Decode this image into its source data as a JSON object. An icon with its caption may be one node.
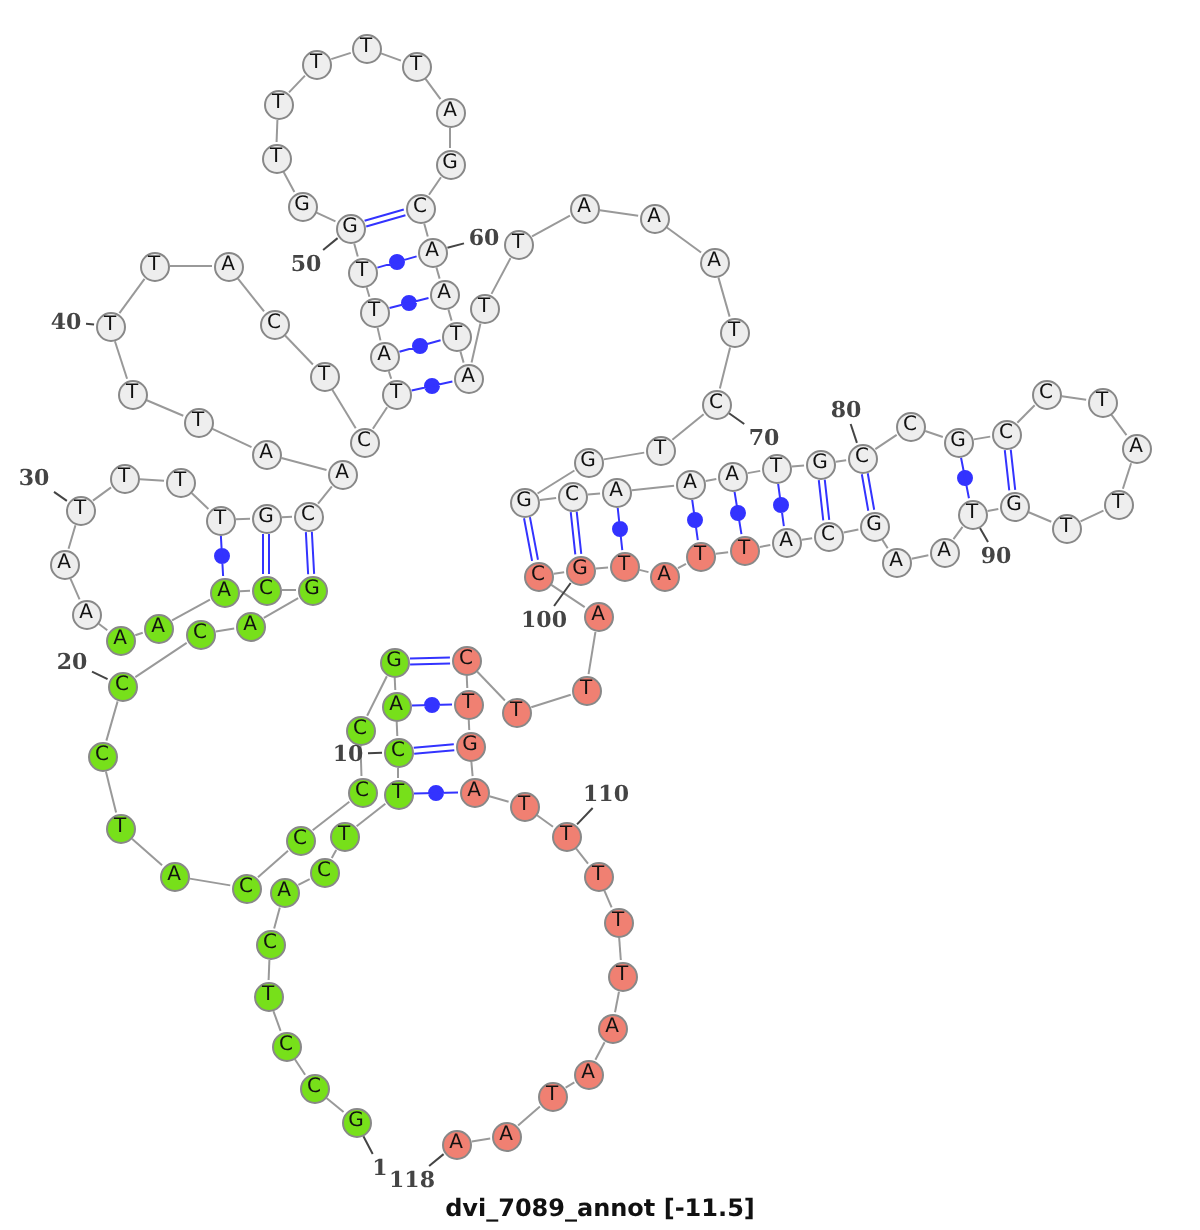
{
  "diagram": {
    "caption": "dvi_7089_annot [-11.5]",
    "nodes": [
      {
        "text": [
          "G"
        ]
      },
      {
        "text": [
          "C"
        ]
      },
      {
        "text": [
          "C"
        ]
      },
      {
        "text": [
          "T"
        ]
      },
      {
        "text": [
          "C"
        ]
      },
      {
        "text": [
          "A"
        ]
      },
      {
        "text": [
          "C"
        ]
      },
      {
        "text": [
          "T"
        ]
      },
      {
        "text": [
          "T"
        ]
      },
      {
        "text": [
          "C"
        ]
      },
      {
        "text": [
          "A"
        ]
      },
      {
        "text": [
          "G"
        ]
      },
      {
        "text": [
          "C"
        ]
      },
      {
        "text": [
          "C"
        ]
      },
      {
        "text": [
          "C"
        ]
      },
      {
        "text": [
          "C"
        ]
      },
      {
        "text": [
          "A"
        ]
      },
      {
        "text": [
          "T"
        ]
      },
      {
        "text": [
          "C"
        ]
      },
      {
        "text": [
          "C"
        ]
      },
      {
        "text": [
          "C"
        ]
      },
      {
        "text": [
          "A"
        ]
      },
      {
        "text": [
          "G"
        ]
      },
      {
        "text": [
          "C"
        ]
      },
      {
        "text": [
          "A"
        ]
      },
      {
        "text": [
          "A"
        ]
      },
      {
        "text": [
          "A"
        ]
      },
      {
        "text": [
          "A"
        ]
      },
      {
        "text": [
          "A"
        ]
      },
      {
        "text": [
          "T"
        ]
      },
      {
        "text": [
          "T"
        ]
      },
      {
        "text": [
          "T"
        ]
      },
      {
        "text": [
          "T"
        ]
      },
      {
        "text": [
          "G"
        ]
      },
      {
        "text": [
          "C"
        ]
      },
      {
        "text": [
          "A"
        ]
      },
      {
        "text": [
          "A"
        ]
      },
      {
        "text": [
          "T"
        ]
      },
      {
        "text": [
          "T"
        ]
      },
      {
        "text": [
          "T"
        ]
      },
      {
        "text": [
          "T"
        ]
      },
      {
        "text": [
          "A"
        ]
      },
      {
        "text": [
          "C"
        ]
      },
      {
        "text": [
          "T"
        ]
      },
      {
        "text": [
          "C"
        ]
      },
      {
        "text": [
          "T"
        ]
      },
      {
        "text": [
          "A"
        ]
      },
      {
        "text": [
          "T"
        ]
      },
      {
        "text": [
          "T"
        ]
      },
      {
        "text": [
          "G"
        ]
      },
      {
        "text": [
          "G"
        ]
      },
      {
        "text": [
          "T"
        ]
      },
      {
        "text": [
          "T"
        ]
      },
      {
        "text": [
          "T"
        ]
      },
      {
        "text": [
          "T"
        ]
      },
      {
        "text": [
          "T"
        ]
      },
      {
        "text": [
          "A"
        ]
      },
      {
        "text": [
          "G"
        ]
      },
      {
        "text": [
          "C"
        ]
      },
      {
        "text": [
          "A"
        ]
      },
      {
        "text": [
          "A"
        ]
      },
      {
        "text": [
          "T"
        ]
      },
      {
        "text": [
          "A"
        ]
      },
      {
        "text": [
          "T"
        ]
      },
      {
        "text": [
          "T"
        ]
      },
      {
        "text": [
          "A"
        ]
      },
      {
        "text": [
          "A"
        ]
      },
      {
        "text": [
          "A"
        ]
      },
      {
        "text": [
          "T"
        ]
      },
      {
        "text": [
          "C"
        ]
      },
      {
        "text": [
          "T"
        ]
      },
      {
        "text": [
          "G"
        ]
      },
      {
        "text": [
          "G"
        ]
      },
      {
        "text": [
          "C"
        ]
      },
      {
        "text": [
          "A"
        ]
      },
      {
        "text": [
          "A"
        ]
      },
      {
        "text": [
          "A"
        ]
      },
      {
        "text": [
          "T"
        ]
      },
      {
        "text": [
          "G"
        ]
      },
      {
        "text": [
          "C"
        ]
      },
      {
        "text": [
          "C"
        ]
      },
      {
        "text": [
          "G"
        ]
      },
      {
        "text": [
          "C"
        ]
      },
      {
        "text": [
          "C"
        ]
      },
      {
        "text": [
          "T"
        ]
      },
      {
        "text": [
          "A"
        ]
      },
      {
        "text": [
          "T"
        ]
      },
      {
        "text": [
          "T"
        ]
      },
      {
        "text": [
          "G"
        ]
      },
      {
        "text": [
          "T"
        ]
      },
      {
        "text": [
          "A"
        ]
      },
      {
        "text": [
          "A"
        ]
      },
      {
        "text": [
          "G"
        ]
      },
      {
        "text": [
          "C"
        ]
      },
      {
        "text": [
          "A"
        ]
      },
      {
        "text": [
          "T"
        ]
      },
      {
        "text": [
          "T"
        ]
      },
      {
        "text": [
          "A"
        ]
      },
      {
        "text": [
          "T"
        ]
      },
      {
        "text": [
          "G"
        ]
      },
      {
        "text": [
          "C"
        ]
      },
      {
        "text": [
          "A"
        ]
      },
      {
        "text": [
          "T"
        ]
      },
      {
        "text": [
          "T"
        ]
      },
      {
        "text": [
          "C"
        ]
      },
      {
        "text": [
          "T"
        ]
      },
      {
        "text": [
          "G"
        ]
      },
      {
        "text": [
          "A"
        ]
      },
      {
        "text": [
          "T"
        ]
      },
      {
        "text": [
          "T"
        ]
      },
      {
        "text": [
          "T"
        ]
      },
      {
        "text": [
          "T"
        ]
      },
      {
        "text": [
          "T"
        ]
      },
      {
        "text": [
          "A"
        ]
      },
      {
        "text": [
          "A"
        ]
      },
      {
        "text": [
          "T"
        ]
      },
      {
        "text": [
          "A"
        ]
      },
      {
        "text": [
          "A"
        ]
      },
      {
        "text": [
          "1"
        ]
      },
      {
        "text": [
          "10"
        ]
      },
      {
        "text": [
          "20"
        ]
      },
      {
        "text": [
          "30"
        ]
      },
      {
        "text": [
          "40"
        ]
      },
      {
        "text": [
          "50"
        ]
      },
      {
        "text": [
          "60"
        ]
      },
      {
        "text": [
          "70"
        ]
      },
      {
        "text": [
          "80"
        ]
      },
      {
        "text": [
          "90"
        ]
      },
      {
        "text": [
          "100"
        ]
      },
      {
        "text": [
          "110"
        ]
      },
      {
        "text": [
          "118"
        ]
      }
    ],
    "edges": [
      {
        "from": 0,
        "to": 1,
        "arrow": "none"
      },
      {
        "from": 1,
        "to": 2,
        "arrow": "none"
      },
      {
        "from": 2,
        "to": 3,
        "arrow": "none"
      },
      {
        "from": 3,
        "to": 4,
        "arrow": "none"
      },
      {
        "from": 4,
        "to": 5,
        "arrow": "none"
      },
      {
        "from": 5,
        "to": 6,
        "arrow": "none"
      },
      {
        "from": 6,
        "to": 7,
        "arrow": "none"
      },
      {
        "from": 7,
        "to": 8,
        "arrow": "none"
      },
      {
        "from": 8,
        "to": 9,
        "arrow": "none"
      },
      {
        "from": 9,
        "to": 10,
        "arrow": "none"
      },
      {
        "from": 10,
        "to": 11,
        "arrow": "none"
      },
      {
        "from": 11,
        "to": 12,
        "arrow": "none"
      },
      {
        "from": 12,
        "to": 13,
        "arrow": "none"
      },
      {
        "from": 13,
        "to": 14,
        "arrow": "none"
      },
      {
        "from": 14,
        "to": 15,
        "arrow": "none"
      },
      {
        "from": 15,
        "to": 16,
        "arrow": "none"
      },
      {
        "from": 16,
        "to": 17,
        "arrow": "none"
      },
      {
        "from": 17,
        "to": 18,
        "arrow": "none"
      },
      {
        "from": 18,
        "to": 19,
        "arrow": "none"
      },
      {
        "from": 19,
        "to": 20,
        "arrow": "none"
      },
      {
        "from": 20,
        "to": 21,
        "arrow": "none"
      },
      {
        "from": 21,
        "to": 22,
        "arrow": "none"
      },
      {
        "from": 22,
        "to": 23,
        "arrow": "none"
      },
      {
        "from": 23,
        "to": 24,
        "arrow": "none"
      },
      {
        "from": 24,
        "to": 25,
        "arrow": "none"
      },
      {
        "from": 25,
        "to": 26,
        "arrow": "none"
      },
      {
        "from": 26,
        "to": 27,
        "arrow": "none"
      },
      {
        "from": 27,
        "to": 28,
        "arrow": "none"
      },
      {
        "from": 28,
        "to": 29,
        "arrow": "none"
      },
      {
        "from": 29,
        "to": 30,
        "arrow": "none"
      },
      {
        "from": 30,
        "to": 31,
        "arrow": "none"
      },
      {
        "from": 31,
        "to": 32,
        "arrow": "none"
      },
      {
        "from": 32,
        "to": 33,
        "arrow": "none"
      },
      {
        "from": 33,
        "to": 34,
        "arrow": "none"
      },
      {
        "from": 34,
        "to": 35,
        "arrow": "none"
      },
      {
        "from": 35,
        "to": 36,
        "arrow": "none"
      },
      {
        "from": 36,
        "to": 37,
        "arrow": "none"
      },
      {
        "from": 37,
        "to": 38,
        "arrow": "none"
      },
      {
        "from": 38,
        "to": 39,
        "arrow": "none"
      },
      {
        "from": 39,
        "to": 40,
        "arrow": "none"
      },
      {
        "from": 40,
        "to": 41,
        "arrow": "none"
      },
      {
        "from": 41,
        "to": 42,
        "arrow": "none"
      },
      {
        "from": 42,
        "to": 43,
        "arrow": "none"
      },
      {
        "from": 43,
        "to": 44,
        "arrow": "none"
      },
      {
        "from": 44,
        "to": 45,
        "arrow": "none"
      },
      {
        "from": 45,
        "to": 46,
        "arrow": "none"
      },
      {
        "from": 46,
        "to": 47,
        "arrow": "none"
      },
      {
        "from": 47,
        "to": 48,
        "arrow": "none"
      },
      {
        "from": 48,
        "to": 49,
        "arrow": "none"
      },
      {
        "from": 49,
        "to": 50,
        "arrow": "none"
      },
      {
        "from": 50,
        "to": 51,
        "arrow": "none"
      },
      {
        "from": 51,
        "to": 52,
        "arrow": "none"
      },
      {
        "from": 52,
        "to": 53,
        "arrow": "none"
      },
      {
        "from": 53,
        "to": 54,
        "arrow": "none"
      },
      {
        "from": 54,
        "to": 55,
        "arrow": "none"
      },
      {
        "from": 55,
        "to": 56,
        "arrow": "none"
      },
      {
        "from": 56,
        "to": 57,
        "arrow": "none"
      },
      {
        "from": 57,
        "to": 58,
        "arrow": "none"
      },
      {
        "from": 58,
        "to": 59,
        "arrow": "none"
      },
      {
        "from": 59,
        "to": 60,
        "arrow": "none"
      },
      {
        "from": 60,
        "to": 61,
        "arrow": "none"
      },
      {
        "from": 61,
        "to": 62,
        "arrow": "none"
      },
      {
        "from": 62,
        "to": 63,
        "arrow": "none"
      },
      {
        "from": 63,
        "to": 64,
        "arrow": "none"
      },
      {
        "from": 64,
        "to": 65,
        "arrow": "none"
      },
      {
        "from": 65,
        "to": 66,
        "arrow": "none"
      },
      {
        "from": 66,
        "to": 67,
        "arrow": "none"
      },
      {
        "from": 67,
        "to": 68,
        "arrow": "none"
      },
      {
        "from": 68,
        "to": 69,
        "arrow": "none"
      },
      {
        "from": 69,
        "to": 70,
        "arrow": "none"
      },
      {
        "from": 70,
        "to": 71,
        "arrow": "none"
      },
      {
        "from": 71,
        "to": 72,
        "arrow": "none"
      },
      {
        "from": 72,
        "to": 73,
        "arrow": "none"
      },
      {
        "from": 73,
        "to": 74,
        "arrow": "none"
      },
      {
        "from": 74,
        "to": 75,
        "arrow": "none"
      },
      {
        "from": 75,
        "to": 76,
        "arrow": "none"
      },
      {
        "from": 76,
        "to": 77,
        "arrow": "none"
      },
      {
        "from": 77,
        "to": 78,
        "arrow": "none"
      },
      {
        "from": 78,
        "to": 79,
        "arrow": "none"
      },
      {
        "from": 79,
        "to": 80,
        "arrow": "none"
      },
      {
        "from": 80,
        "to": 81,
        "arrow": "none"
      },
      {
        "from": 81,
        "to": 82,
        "arrow": "none"
      },
      {
        "from": 82,
        "to": 83,
        "arrow": "none"
      },
      {
        "from": 83,
        "to": 84,
        "arrow": "none"
      },
      {
        "from": 84,
        "to": 85,
        "arrow": "none"
      },
      {
        "from": 85,
        "to": 86,
        "arrow": "none"
      },
      {
        "from": 86,
        "to": 87,
        "arrow": "none"
      },
      {
        "from": 87,
        "to": 88,
        "arrow": "none"
      },
      {
        "from": 88,
        "to": 89,
        "arrow": "none"
      },
      {
        "from": 89,
        "to": 90,
        "arrow": "none"
      },
      {
        "from": 90,
        "to": 91,
        "arrow": "none"
      },
      {
        "from": 91,
        "to": 92,
        "arrow": "none"
      },
      {
        "from": 92,
        "to": 93,
        "arrow": "none"
      },
      {
        "from": 93,
        "to": 94,
        "arrow": "none"
      },
      {
        "from": 94,
        "to": 95,
        "arrow": "none"
      },
      {
        "from": 95,
        "to": 96,
        "arrow": "none"
      },
      {
        "from": 96,
        "to": 97,
        "arrow": "none"
      },
      {
        "from": 97,
        "to": 98,
        "arrow": "none"
      },
      {
        "from": 98,
        "to": 99,
        "arrow": "none"
      },
      {
        "from": 99,
        "to": 100,
        "arrow": "none"
      },
      {
        "from": 100,
        "to": 101,
        "arrow": "none"
      },
      {
        "from": 101,
        "to": 102,
        "arrow": "none"
      },
      {
        "from": 102,
        "to": 103,
        "arrow": "none"
      },
      {
        "from": 103,
        "to": 104,
        "arrow": "none"
      },
      {
        "from": 104,
        "to": 105,
        "arrow": "none"
      },
      {
        "from": 105,
        "to": 106,
        "arrow": "none"
      },
      {
        "from": 106,
        "to": 107,
        "arrow": "none"
      },
      {
        "from": 107,
        "to": 108,
        "arrow": "none"
      },
      {
        "from": 108,
        "to": 109,
        "arrow": "none"
      },
      {
        "from": 109,
        "to": 110,
        "arrow": "none"
      },
      {
        "from": 110,
        "to": 111,
        "arrow": "none"
      },
      {
        "from": 111,
        "to": 112,
        "arrow": "none"
      },
      {
        "from": 112,
        "to": 113,
        "arrow": "none"
      },
      {
        "from": 113,
        "to": 114,
        "arrow": "none"
      },
      {
        "from": 114,
        "to": 115,
        "arrow": "none"
      },
      {
        "from": 115,
        "to": 116,
        "arrow": "none"
      },
      {
        "from": 116,
        "to": 117,
        "arrow": "none"
      },
      {
        "from": 22,
        "to": 34,
        "arrow": "none",
        "color": "#3333ff"
      },
      {
        "from": 23,
        "to": 33,
        "arrow": "none",
        "color": "#3333ff"
      },
      {
        "from": 24,
        "to": 32,
        "arrow": "none",
        "color": "#3333ff"
      },
      {
        "from": 45,
        "to": 62,
        "arrow": "none",
        "color": "#3333ff"
      },
      {
        "from": 46,
        "to": 61,
        "arrow": "none",
        "color": "#3333ff"
      },
      {
        "from": 47,
        "to": 60,
        "arrow": "none",
        "color": "#3333ff"
      },
      {
        "from": 48,
        "to": 59,
        "arrow": "none",
        "color": "#3333ff"
      },
      {
        "from": 49,
        "to": 58,
        "arrow": "none",
        "color": "#3333ff"
      },
      {
        "from": 72,
        "to": 100,
        "arrow": "none",
        "color": "#3333ff"
      },
      {
        "from": 73,
        "to": 99,
        "arrow": "none",
        "color": "#3333ff"
      },
      {
        "from": 74,
        "to": 98,
        "arrow": "none",
        "color": "#3333ff"
      },
      {
        "from": 75,
        "to": 96,
        "arrow": "none",
        "color": "#3333ff"
      },
      {
        "from": 76,
        "to": 95,
        "arrow": "none",
        "color": "#3333ff"
      },
      {
        "from": 77,
        "to": 94,
        "arrow": "none",
        "color": "#3333ff"
      },
      {
        "from": 78,
        "to": 93,
        "arrow": "none",
        "color": "#3333ff"
      },
      {
        "from": 79,
        "to": 92,
        "arrow": "none",
        "color": "#3333ff"
      },
      {
        "from": 81,
        "to": 89,
        "arrow": "none",
        "color": "#3333ff"
      },
      {
        "from": 82,
        "to": 88,
        "arrow": "none",
        "color": "#3333ff"
      },
      {
        "from": 8,
        "to": 107,
        "arrow": "none",
        "color": "#3333ff"
      },
      {
        "from": 9,
        "to": 106,
        "arrow": "none",
        "color": "#3333ff"
      },
      {
        "from": 10,
        "to": 105,
        "arrow": "none",
        "color": "#3333ff"
      },
      {
        "from": 11,
        "to": 104,
        "arrow": "none",
        "color": "#3333ff"
      },
      {
        "from": 118,
        "to": 0,
        "arrow": "none"
      },
      {
        "from": 119,
        "to": 9,
        "arrow": "none"
      },
      {
        "from": 120,
        "to": 19,
        "arrow": "none"
      },
      {
        "from": 121,
        "to": 29,
        "arrow": "none"
      },
      {
        "from": 122,
        "to": 39,
        "arrow": "none"
      },
      {
        "from": 123,
        "to": 49,
        "arrow": "none"
      },
      {
        "from": 124,
        "to": 59,
        "arrow": "none"
      },
      {
        "from": 125,
        "to": 69,
        "arrow": "none"
      },
      {
        "from": 126,
        "to": 79,
        "arrow": "none"
      },
      {
        "from": 127,
        "to": 89,
        "arrow": "none"
      },
      {
        "from": 128,
        "to": 99,
        "arrow": "none"
      },
      {
        "from": 129,
        "to": 109,
        "arrow": "none"
      },
      {
        "from": 130,
        "to": 117,
        "arrow": "none"
      }
    ]
  }
}
